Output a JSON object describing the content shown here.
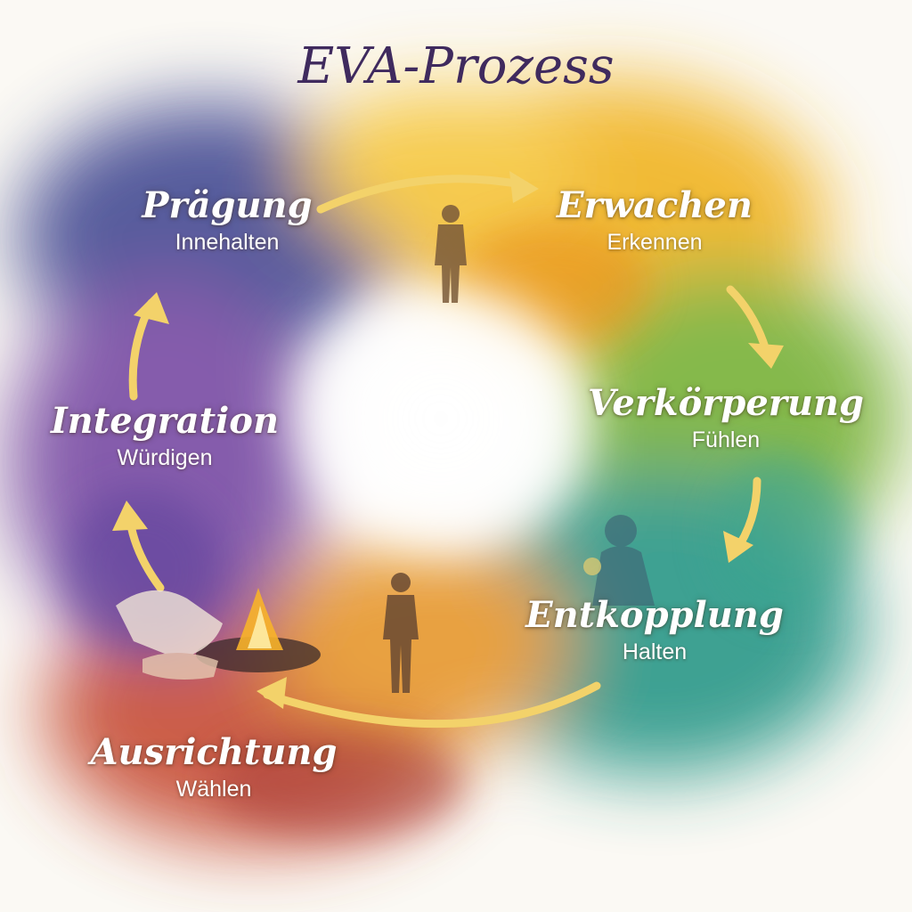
{
  "title": "EVA-Prozess",
  "stages": [
    {
      "name": "Prägung",
      "verb": "Innehalten"
    },
    {
      "name": "Erwachen",
      "verb": "Erkennen"
    },
    {
      "name": "Verkörperung",
      "verb": "Fühlen"
    },
    {
      "name": "Entkopplung",
      "verb": "Halten"
    },
    {
      "name": "Ausrichtung",
      "verb": "Wählen"
    },
    {
      "name": "Integration",
      "verb": "Würdigen"
    }
  ],
  "colors": {
    "title": "#3f2a5e",
    "praegung": "#4a4f95",
    "erwachen": "#f1b528",
    "verkoerperung": "#7bb43c",
    "entkopplung": "#2e9a8a",
    "ausrichtung": "#c8513a",
    "integration": "#7b4fa6",
    "arrow": "#f3d26a"
  }
}
